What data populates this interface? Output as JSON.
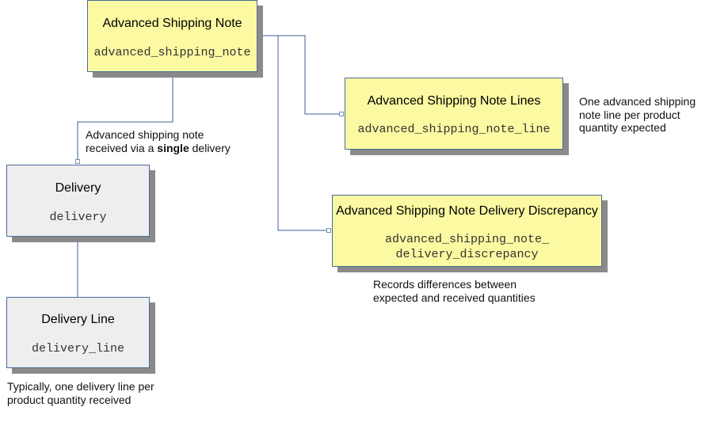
{
  "colors": {
    "entity_yellow": "#fbf9a1",
    "entity_grey": "#eeeeee",
    "border": "#4a6a9a",
    "line": "#3f5f95",
    "shadow": "#8a8a8a"
  },
  "entities": {
    "asn": {
      "title": "Advanced Shipping Note",
      "table": "advanced_shipping_note"
    },
    "asn_lines": {
      "title": "Advanced Shipping Note Lines",
      "table": "advanced_shipping_note_line"
    },
    "asn_discrepancy": {
      "title": "Advanced Shipping Note Delivery Discrepancy",
      "table_line1": "advanced_shipping_note_",
      "table_line2": "delivery_discrepancy"
    },
    "delivery": {
      "title": "Delivery",
      "table": "delivery"
    },
    "delivery_line": {
      "title": "Delivery Line",
      "table": "delivery_line"
    }
  },
  "notes": {
    "asn_delivery": {
      "line1": "Advanced shipping note",
      "line2_pre": "received via a ",
      "line2_bold": "single",
      "line2_post": " delivery"
    },
    "asn_lines": {
      "line1": "One advanced shipping",
      "line2": "note line per product",
      "line3": "quantity expected"
    },
    "discrepancy": {
      "line1": "Records differences between",
      "line2": "expected and received quantities"
    },
    "delivery_line": {
      "line1": "Typically, one delivery line per",
      "line2": "product quantity received"
    }
  }
}
